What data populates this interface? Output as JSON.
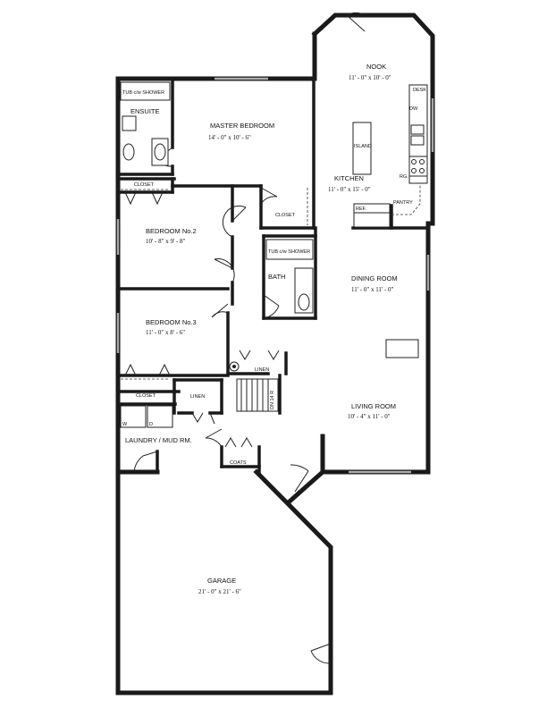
{
  "rooms": {
    "nook": {
      "name": "NOOK",
      "dims": "11' - 0\" x 10' - 0\""
    },
    "kitchen": {
      "name": "KITCHEN",
      "dims": "11' - 0\" x 15' - 0\""
    },
    "master": {
      "name": "MASTER BEDROOM",
      "dims": "14' - 0\" x 10' - 6\""
    },
    "bedroom2": {
      "name": "BEDROOM No.2",
      "dims": "10' - 8\" x 9' - 8\""
    },
    "bedroom3": {
      "name": "BEDROOM No.3",
      "dims": "11' - 0\" x 8' - 6\""
    },
    "dining": {
      "name": "DINING ROOM",
      "dims": "11' - 0\" x 11' - 0\""
    },
    "living": {
      "name": "LIVING ROOM",
      "dims": "10' - 4\" x 11' - 0\""
    },
    "garage": {
      "name": "GARAGE",
      "dims": "21' - 0\" x 21' - 6\""
    },
    "ensuite": {
      "name": "ENSUITE"
    },
    "bath": {
      "name": "BATH"
    },
    "laundry": {
      "name": "LAUNDRY / MUD RM."
    }
  },
  "fixtures": {
    "tub_shower": "TUB c/w SHOWER",
    "closet": "CLOSET",
    "linen": "LINEN",
    "coats": "COATS",
    "island": "ISLAND",
    "ref": "REF.",
    "pantry": "PANTRY",
    "desk": "DESK",
    "dw": "DW",
    "rg": "RG.",
    "washer": "W",
    "dryer": "D",
    "stair": "DN 14 R"
  }
}
